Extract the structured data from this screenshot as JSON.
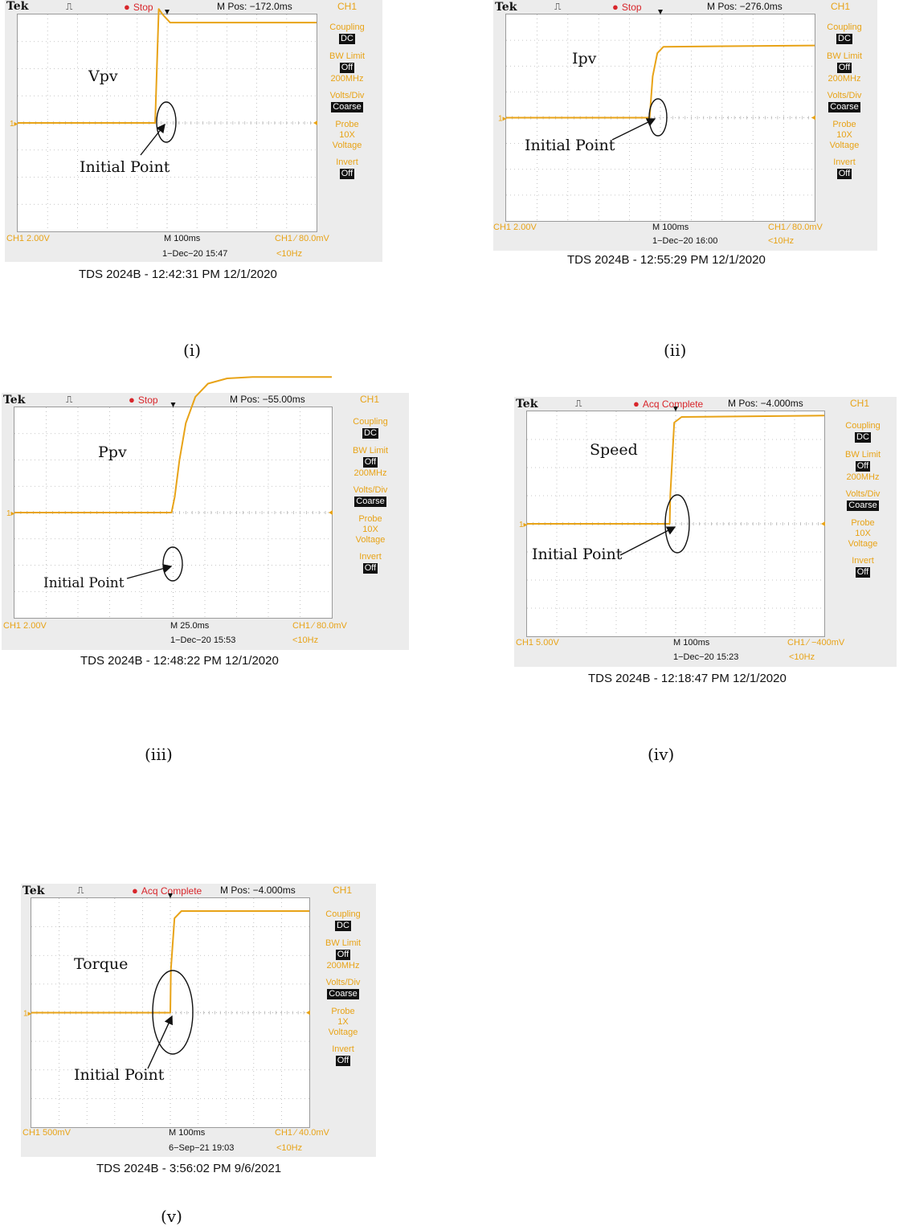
{
  "colors": {
    "trace": "#e8a317",
    "stop": "#d8262b",
    "grid": "#b5b5b5",
    "menu_value_bg": "#111111"
  },
  "panels": [
    {
      "label": "(i)",
      "header": {
        "brand": "Tek",
        "state": "Stop",
        "mpos": "M Pos: −172.0ms",
        "ch": "CH1"
      },
      "menu": [
        {
          "label": "Coupling",
          "value": "DC"
        },
        {
          "label": "BW Limit",
          "value": "Off",
          "sub": "200MHz"
        },
        {
          "label": "Volts/Div",
          "value": "Coarse"
        },
        {
          "label": "Probe",
          "sub": "10X Voltage"
        },
        {
          "label": "Invert",
          "value": "Off"
        }
      ],
      "footer": {
        "ch_scale": "CH1  2.00V",
        "timebase": "M 100ms",
        "date": "1−Dec−20 15:47",
        "trigger": "CH1 ∕ 80.0mV",
        "freq": "<10Hz"
      },
      "caption": "TDS 2024B - 12:42:31 PM    12/1/2020",
      "signal_label": "Vpv",
      "annotation": "Initial Point"
    },
    {
      "label": "(ii)",
      "header": {
        "brand": "Tek",
        "state": "Stop",
        "mpos": "M Pos: −276.0ms",
        "ch": "CH1"
      },
      "menu": [
        {
          "label": "Coupling",
          "value": "DC"
        },
        {
          "label": "BW Limit",
          "value": "Off",
          "sub": "200MHz"
        },
        {
          "label": "Volts/Div",
          "value": "Coarse"
        },
        {
          "label": "Probe",
          "sub": "10X Voltage"
        },
        {
          "label": "Invert",
          "value": "Off"
        }
      ],
      "footer": {
        "ch_scale": "CH1  2.00V",
        "timebase": "M 100ms",
        "date": "1−Dec−20 16:00",
        "trigger": "CH1 ∕ 80.0mV",
        "freq": "<10Hz"
      },
      "caption": "TDS 2024B - 12:55:29 PM    12/1/2020",
      "signal_label": "Ipv",
      "annotation": "Initial Point"
    },
    {
      "label": "(iii)",
      "header": {
        "brand": "Tek",
        "state": "Stop",
        "mpos": "M Pos: −55.00ms",
        "ch": "CH1"
      },
      "menu": [
        {
          "label": "Coupling",
          "value": "DC"
        },
        {
          "label": "BW Limit",
          "value": "Off",
          "sub": "200MHz"
        },
        {
          "label": "Volts/Div",
          "value": "Coarse"
        },
        {
          "label": "Probe",
          "sub": "10X Voltage"
        },
        {
          "label": "Invert",
          "value": "Off"
        }
      ],
      "footer": {
        "ch_scale": "CH1  2.00V",
        "timebase": "M 25.0ms",
        "date": "1−Dec−20 15:53",
        "trigger": "CH1 ∕ 80.0mV",
        "freq": "<10Hz"
      },
      "caption": "TDS 2024B - 12:48:22 PM    12/1/2020",
      "signal_label": "Ppv",
      "annotation": "Initial Point"
    },
    {
      "label": "(iv)",
      "header": {
        "brand": "Tek",
        "state": "Acq Complete",
        "mpos": "M Pos: −4.000ms",
        "ch": "CH1"
      },
      "menu": [
        {
          "label": "Coupling",
          "value": "DC"
        },
        {
          "label": "BW Limit",
          "value": "Off",
          "sub": "200MHz"
        },
        {
          "label": "Volts/Div",
          "value": "Coarse"
        },
        {
          "label": "Probe",
          "sub": "10X Voltage"
        },
        {
          "label": "Invert",
          "value": "Off"
        }
      ],
      "footer": {
        "ch_scale": "CH1  5.00V",
        "timebase": "M 100ms",
        "date": "1−Dec−20 15:23",
        "trigger": "CH1 ∕ −400mV",
        "freq": "<10Hz"
      },
      "caption": "TDS 2024B - 12:18:47 PM    12/1/2020",
      "signal_label": "Speed",
      "annotation": "Initial Point"
    },
    {
      "label": "(v)",
      "header": {
        "brand": "Tek",
        "state": "Acq Complete",
        "mpos": "M Pos: −4.000ms",
        "ch": "CH1"
      },
      "menu": [
        {
          "label": "Coupling",
          "value": "DC"
        },
        {
          "label": "BW Limit",
          "value": "Off",
          "sub": "200MHz"
        },
        {
          "label": "Volts/Div",
          "value": "Coarse"
        },
        {
          "label": "Probe",
          "sub": "1X Voltage"
        },
        {
          "label": "Invert",
          "value": "Off"
        }
      ],
      "footer": {
        "ch_scale": "CH1  500mV",
        "timebase": "M 100ms",
        "date": "6−Sep−21 19:03",
        "trigger": "CH1 ∕ 40.0mV",
        "freq": "<10Hz"
      },
      "caption": "TDS 2024B - 3:56:02 PM   9/6/2021",
      "signal_label": "Torque",
      "annotation": "Initial Point"
    }
  ],
  "chart_data": [
    {
      "type": "line",
      "series": [
        {
          "name": "Vpv",
          "x": [
            0,
            4.6,
            4.72,
            4.85,
            5.1,
            5.5,
            10
          ],
          "y": [
            0,
            0,
            4.2,
            4.0,
            3.7,
            3.7,
            3.7
          ]
        }
      ],
      "xlim": [
        0,
        10
      ],
      "ylim": [
        -4,
        4
      ],
      "xunits": "div",
      "yunits": "div",
      "grid": true
    },
    {
      "type": "line",
      "series": [
        {
          "name": "Ipv",
          "x": [
            0,
            4.65,
            4.75,
            4.9,
            5.1,
            10
          ],
          "y": [
            0,
            0,
            1.6,
            2.5,
            2.75,
            2.8
          ]
        }
      ],
      "xlim": [
        0,
        10
      ],
      "ylim": [
        -4,
        4
      ],
      "xunits": "div",
      "yunits": "div",
      "grid": true
    },
    {
      "type": "line",
      "series": [
        {
          "name": "Ppv",
          "x": [
            0,
            4.95,
            5.05,
            5.2,
            5.4,
            5.7,
            6.1,
            6.7,
            7.5,
            10
          ],
          "y": [
            0,
            0,
            0.6,
            2.0,
            3.4,
            4.4,
            4.9,
            5.1,
            5.15,
            5.15
          ]
        }
      ],
      "xlim": [
        0,
        10
      ],
      "ylim": [
        -4,
        4
      ],
      "xunits": "div",
      "yunits": "div",
      "grid": true
    },
    {
      "type": "line",
      "series": [
        {
          "name": "Speed",
          "x": [
            0,
            4.8,
            4.82,
            4.95,
            5.2,
            10
          ],
          "y": [
            0,
            0,
            1.0,
            3.6,
            3.8,
            3.85
          ]
        }
      ],
      "xlim": [
        0,
        10
      ],
      "ylim": [
        -4,
        4
      ],
      "xunits": "div",
      "yunits": "div",
      "grid": true
    },
    {
      "type": "line",
      "series": [
        {
          "name": "Torque",
          "x": [
            0,
            5.0,
            5.02,
            5.15,
            5.4,
            10
          ],
          "y": [
            0,
            0,
            1.5,
            3.3,
            3.55,
            3.55
          ]
        }
      ],
      "xlim": [
        0,
        10
      ],
      "ylim": [
        -4,
        4
      ],
      "xunits": "div",
      "yunits": "div",
      "grid": true
    }
  ]
}
